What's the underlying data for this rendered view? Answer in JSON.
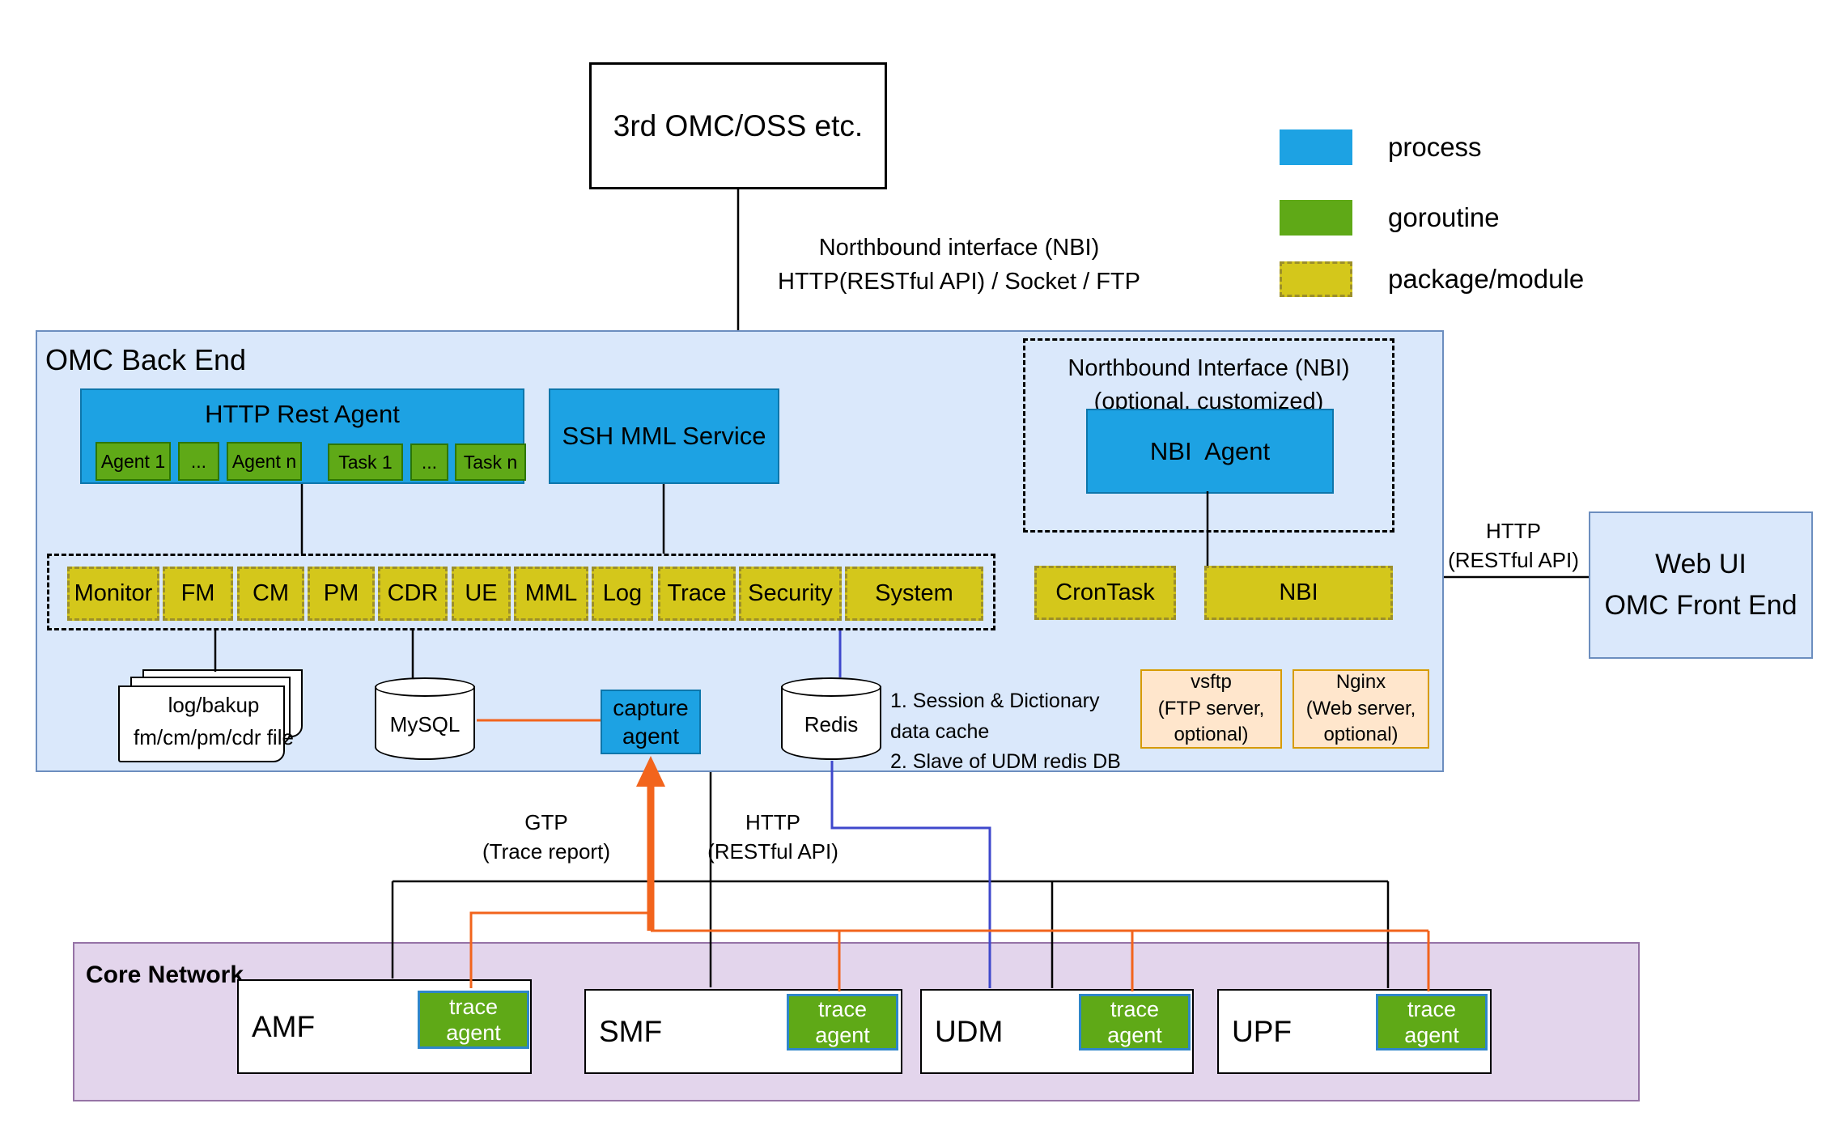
{
  "colors": {
    "process_fill": "#1da2e3",
    "goroutine_fill": "#5fa917",
    "package_fill": "#d4c71b",
    "omc_fill": "#dae8fb",
    "omc_border": "#6c8ebf",
    "core_fill": "#e3d5ec",
    "core_border": "#9673a6",
    "optional_fill": "#ffe6cc",
    "optional_border": "#d79b00",
    "orange_link": "#f2641c",
    "blue_link": "#3f48cc"
  },
  "top_box": {
    "label": "3rd OMC/OSS etc."
  },
  "legend": {
    "process": "process",
    "goroutine": "goroutine",
    "package": "package/module"
  },
  "labels": {
    "nbi_link": "Northbound interface (NBI)\nHTTP(RESTful API) / Socket / FTP",
    "http_web_ui": "HTTP\n(RESTful API)",
    "gtp": "GTP\n(Trace report)",
    "http_core": "HTTP\n(RESTful API)"
  },
  "omc": {
    "title": "OMC Back End",
    "http_rest_agent": {
      "title": "HTTP Rest Agent",
      "items": [
        "Agent 1",
        "...",
        "Agent n",
        "Task 1",
        "...",
        "Task n"
      ]
    },
    "ssh_mml": "SSH MML Service",
    "nbi_group": {
      "caption": "Northbound Interface (NBI)\n(optional, customized)",
      "agent": "NBI  Agent"
    },
    "modules": [
      "Monitor",
      "FM",
      "CM",
      "PM",
      "CDR",
      "UE",
      "MML",
      "Log",
      "Trace",
      "Security",
      "System"
    ],
    "crontask": "CronTask",
    "nbi_module": "NBI",
    "files": "log/bakup\nfm/cm/pm/cdr file",
    "mysql": "MySQL",
    "capture_agent": "capture\nagent",
    "redis": "Redis",
    "redis_note": "1. Session & Dictionary\ndata cache\n2. Slave of UDM redis DB",
    "vsftp": "vsftp\n(FTP server,\noptional)",
    "nginx": "Nginx\n(Web server,\noptional)"
  },
  "web_ui": "Web UI\nOMC Front End",
  "core_network": {
    "title": "Core Network",
    "nodes": [
      {
        "name": "AMF",
        "agent": "trace\nagent"
      },
      {
        "name": "SMF",
        "agent": "trace\nagent"
      },
      {
        "name": "UDM",
        "agent": "trace\nagent"
      },
      {
        "name": "UPF",
        "agent": "trace\nagent"
      }
    ]
  }
}
